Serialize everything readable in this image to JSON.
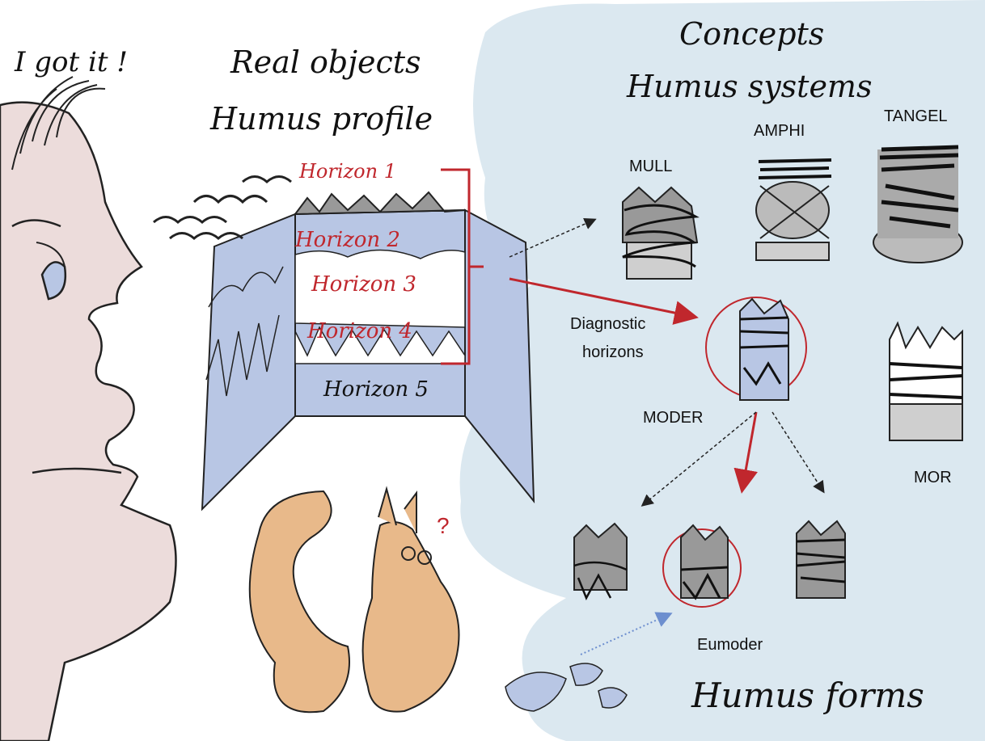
{
  "left": {
    "exclamation": "I got it !",
    "title_line1": "Real objects",
    "title_line2": "Humus profile",
    "horizons": [
      "Horizon 1",
      "Horizon 2",
      "Horizon 3",
      "Horizon 4",
      "Horizon 5"
    ],
    "question_mark": "?"
  },
  "right": {
    "title_line1": "Concepts",
    "title_line2": "Humus systems",
    "systems": {
      "mull": "MULL",
      "amphi": "AMPHI",
      "tangel": "TANGEL",
      "moder": "MODER",
      "mor": "MOR"
    },
    "diagnostic_line1": "Diagnostic",
    "diagnostic_line2": "horizons",
    "eumoder": "Eumoder",
    "forms_title": "Humus forms"
  },
  "colors": {
    "concept_bg": "#dbe8f0",
    "profile_blue": "#b8c6e4",
    "face_pink": "#ecdcdb",
    "squirrel": "#e8b98a",
    "red": "#c0272d",
    "horizon_text": "#c0272d"
  }
}
